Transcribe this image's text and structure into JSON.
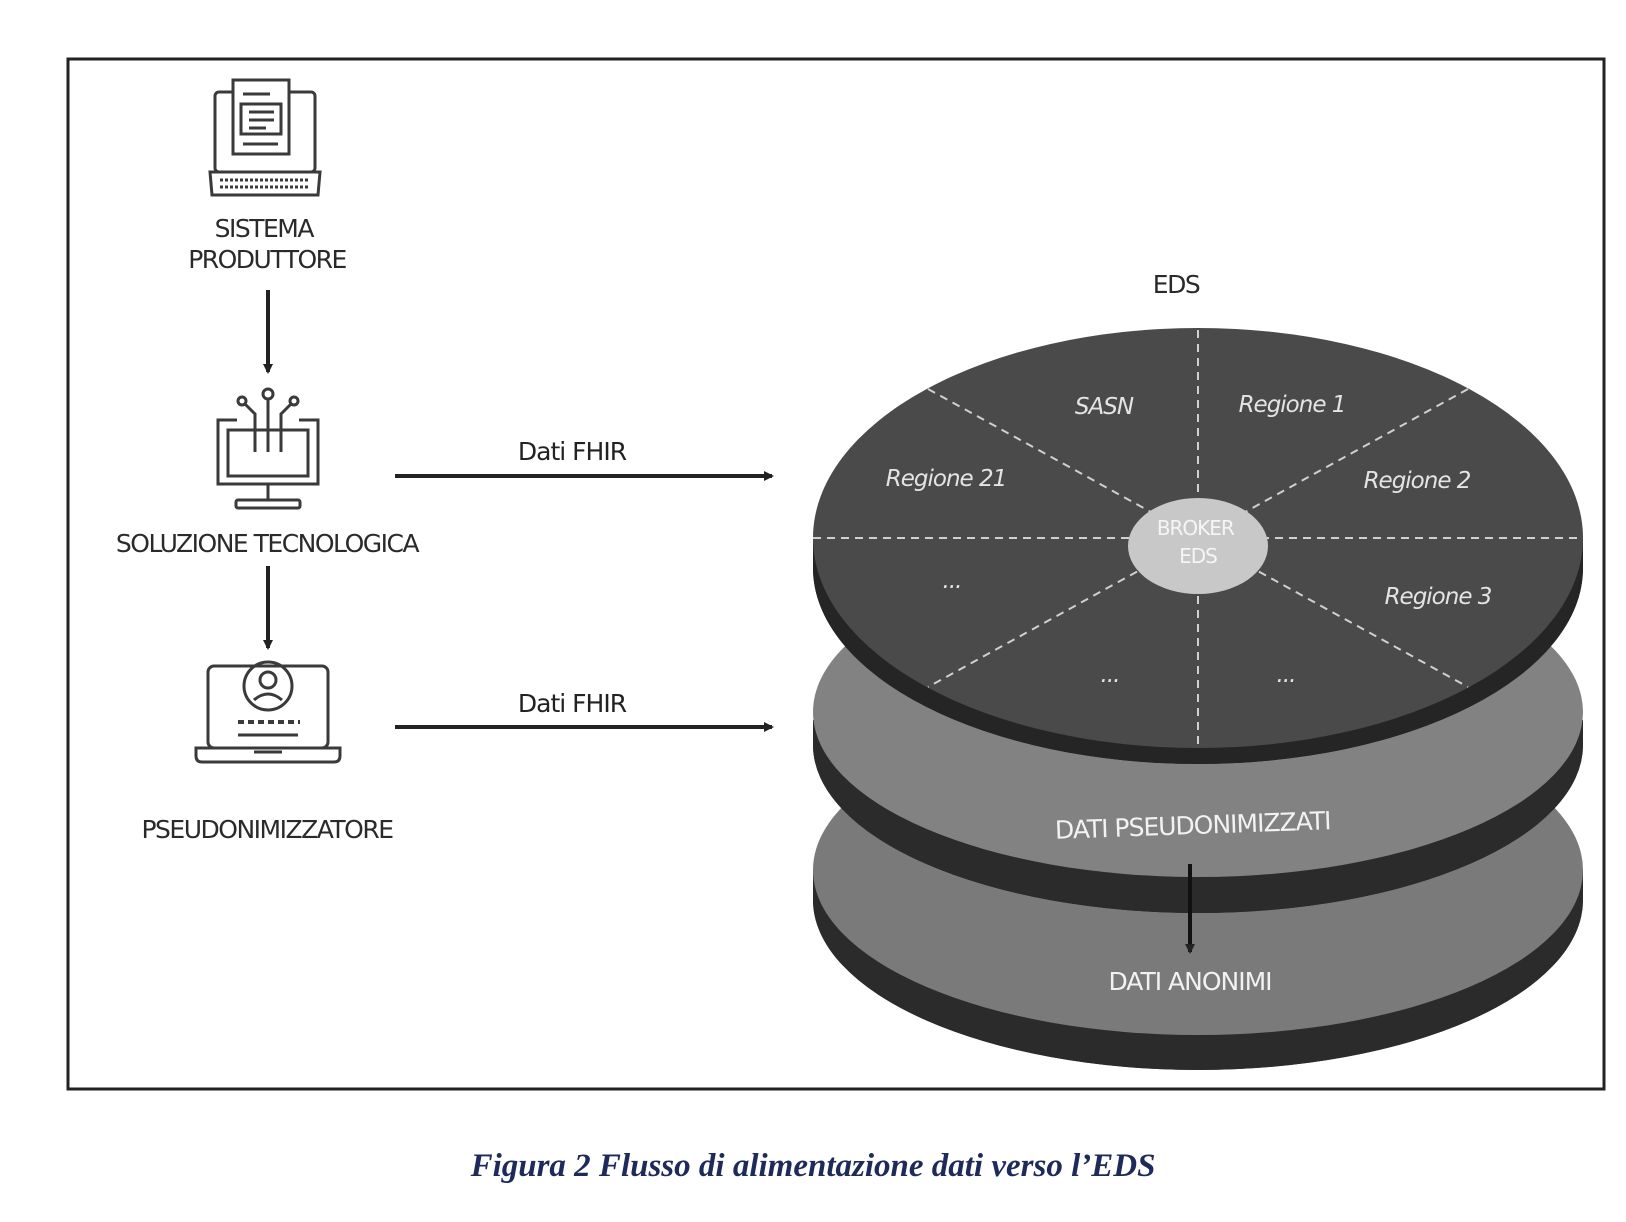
{
  "diagram": {
    "nodes": {
      "producer": "SISTEMA\nPRODUTTORE",
      "tech_solution": "SOLUZIONE TECNOLOGICA",
      "pseudonymizer": "PSEUDONIMIZZATORE"
    },
    "flows": {
      "fhir_top": "Dati FHIR",
      "fhir_bottom": "Dati FHIR"
    },
    "eds": {
      "title": "EDS",
      "broker": "BROKER\nEDS",
      "sectors": {
        "sasn": "SASN",
        "regione1": "Regione 1",
        "regione2": "Regione 2",
        "regione3": "Regione 3",
        "regione21": "Regione 21",
        "ellipsis_left": "...",
        "ellipsis_bottom_left": "...",
        "ellipsis_bottom_right": "..."
      },
      "layers": {
        "pseudonymized": "DATI PSEUDONIMIZZATI",
        "anonymous": "DATI ANONIMI"
      }
    },
    "icons": [
      "document-laptop-icon",
      "circuit-monitor-icon",
      "user-laptop-icon"
    ],
    "colors": {
      "top_disk": "#4a4a4a",
      "middle_disk": "#808080",
      "bottom_disk": "#7a7a7a",
      "disk_edge": "#2b2b2b",
      "broker": "#c8c8c8"
    }
  },
  "caption": "Figura 2 Flusso di alimentazione dati verso l’EDS"
}
